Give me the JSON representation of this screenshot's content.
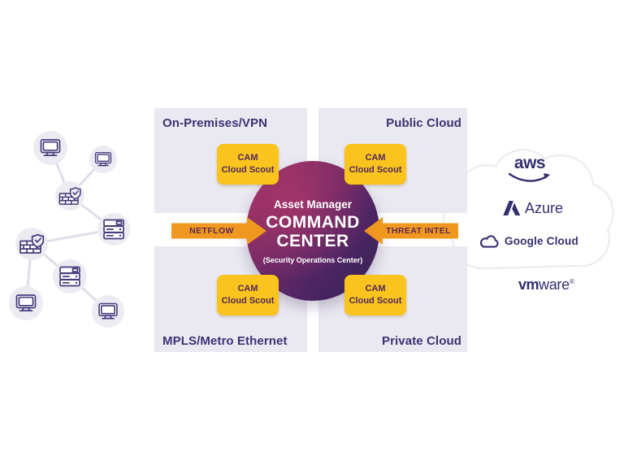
{
  "diagram": {
    "quadrants": [
      {
        "label": "On-Premises/VPN"
      },
      {
        "label": "Public Cloud"
      },
      {
        "label": "MPLS/Metro Ethernet"
      },
      {
        "label": "Private Cloud"
      }
    ],
    "badge": {
      "line1": "CAM",
      "line2": "Cloud Scout"
    },
    "center": {
      "eyebrow": "Asset Manager",
      "title_line1": "COMMAND",
      "title_line2": "CENTER",
      "subtitle": "(Security Operations Center)"
    },
    "arrows": {
      "netflow": "NETFLOW",
      "threat_intel": "THREAT INTEL"
    },
    "cloud": {
      "providers": {
        "aws": "aws",
        "azure": "Azure",
        "google": "Google Cloud"
      },
      "vendor": {
        "bold": "vm",
        "regular": "ware",
        "mark": "®"
      }
    },
    "network": {
      "nodes": [
        "desktop",
        "desktop",
        "firewall",
        "server",
        "firewall",
        "server",
        "desktop",
        "desktop"
      ]
    },
    "colors": {
      "panel_bg": "#EAE8F0",
      "badge_yellow": "#FAC31D",
      "arrow_orange": "#F0971F",
      "label_text": "#3D3273",
      "badge_text": "#50275C",
      "circle_gradient_start": "#A23167",
      "circle_gradient_end": "#342253",
      "logo_navy": "#332E6E",
      "icon_stroke": "#433C7C"
    }
  }
}
